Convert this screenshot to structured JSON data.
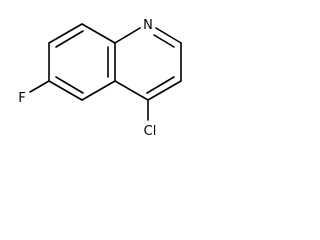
{
  "molecule": {
    "atoms": {
      "nitrogen": "N",
      "fluorine": "F",
      "chlorine": "Cl"
    }
  }
}
